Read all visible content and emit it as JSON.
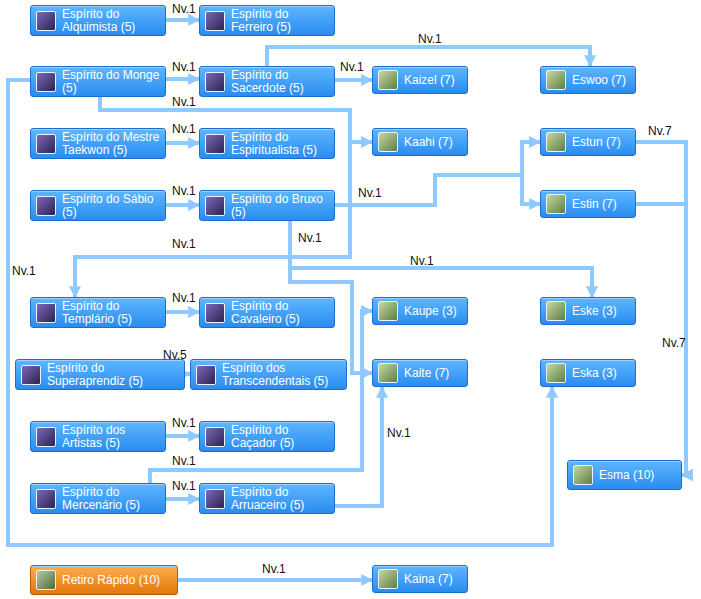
{
  "diagram": {
    "nodes": [
      {
        "text": [
          "Espírito do Alquimista (5)"
        ]
      },
      {
        "text": [
          "Espírito do Ferreiro (5)"
        ]
      },
      {
        "text": [
          "Espírito do Monge (5)"
        ]
      },
      {
        "text": [
          "Espírito do Sacerdote (5)"
        ]
      },
      {
        "text": [
          "Kaizel (7)"
        ]
      },
      {
        "text": [
          "Eswoo (7)"
        ]
      },
      {
        "text": [
          "Espírito do Mestre Taekwon (5)"
        ]
      },
      {
        "text": [
          "Espírito do Espiritualista (5)"
        ]
      },
      {
        "text": [
          "Kaahi (7)"
        ]
      },
      {
        "text": [
          "Estun (7)"
        ]
      },
      {
        "text": [
          "Espírito do Sábio (5)"
        ]
      },
      {
        "text": [
          "Espírito do Bruxo (5)"
        ]
      },
      {
        "text": [
          "Estin (7)"
        ]
      },
      {
        "text": [
          "Espírito do Templário (5)"
        ]
      },
      {
        "text": [
          "Espírito do Cavaleiro (5)"
        ]
      },
      {
        "text": [
          "Kaupe (3)"
        ]
      },
      {
        "text": [
          "Eske (3)"
        ]
      },
      {
        "text": [
          "Espírito do Superaprendiz (5)"
        ]
      },
      {
        "text": [
          "Espírito dos Transcendentais (5)"
        ]
      },
      {
        "text": [
          "Kaite (7)"
        ]
      },
      {
        "text": [
          "Eska (3)"
        ]
      },
      {
        "text": [
          "Espírito dos Artistas (5)"
        ]
      },
      {
        "text": [
          "Espírito do Caçador (5)"
        ]
      },
      {
        "text": [
          "Espírito do Mercenário (5)"
        ]
      },
      {
        "text": [
          "Espírito do Arruaceiro (5)"
        ]
      },
      {
        "text": [
          "Esma (10)"
        ]
      },
      {
        "text": [
          "Retiro Rápido (10)"
        ]
      },
      {
        "text": [
          "Kaina (7)"
        ]
      }
    ],
    "edges": [
      {
        "from": 0,
        "to": 1,
        "arrow": "to",
        "label": "Nv.1"
      },
      {
        "from": 2,
        "to": 3,
        "arrow": "to",
        "label": "Nv.1"
      },
      {
        "from": 3,
        "to": 4,
        "arrow": "to",
        "label": "Nv.1"
      },
      {
        "from": 3,
        "to": 5,
        "arrow": "to",
        "label": "Nv.1"
      },
      {
        "from": 2,
        "to": 8,
        "arrow": "to",
        "label": "Nv.1"
      },
      {
        "from": 6,
        "to": 7,
        "arrow": "to",
        "label": "Nv.1"
      },
      {
        "from": 10,
        "to": 11,
        "arrow": "to",
        "label": "Nv.1"
      },
      {
        "from": 11,
        "to": 9,
        "arrow": "to",
        "label": "Nv.1"
      },
      {
        "from": 11,
        "to": 12,
        "arrow": "to"
      },
      {
        "from": 9,
        "to": 25,
        "arrow": "to",
        "label": "Nv.7"
      },
      {
        "from": 12,
        "to": 25,
        "arrow": "to",
        "label": "Nv.7"
      },
      {
        "from": 2,
        "to": 13,
        "arrow": "to",
        "label": "Nv.1"
      },
      {
        "from": 2,
        "to": 20,
        "arrow": "to",
        "label": "Nv.1"
      },
      {
        "from": 13,
        "to": 14,
        "arrow": "to",
        "label": "Nv.1"
      },
      {
        "from": 11,
        "to": 16,
        "arrow": "to",
        "label": "Nv.1"
      },
      {
        "from": 11,
        "to": 19,
        "arrow": "to",
        "label": "Nv.1"
      },
      {
        "from": 17,
        "to": 18,
        "arrow": "to",
        "label": "Nv.5"
      },
      {
        "from": 21,
        "to": 22,
        "arrow": "to",
        "label": "Nv.1"
      },
      {
        "from": 23,
        "to": 15,
        "arrow": "to",
        "label": "Nv.1"
      },
      {
        "from": 23,
        "to": 24,
        "arrow": "to",
        "label": "Nv.1"
      },
      {
        "from": 24,
        "to": 19,
        "arrow": "to",
        "label": "Nv.1"
      },
      {
        "from": 26,
        "to": 27,
        "arrow": "to",
        "label": "Nv.1"
      }
    ]
  }
}
